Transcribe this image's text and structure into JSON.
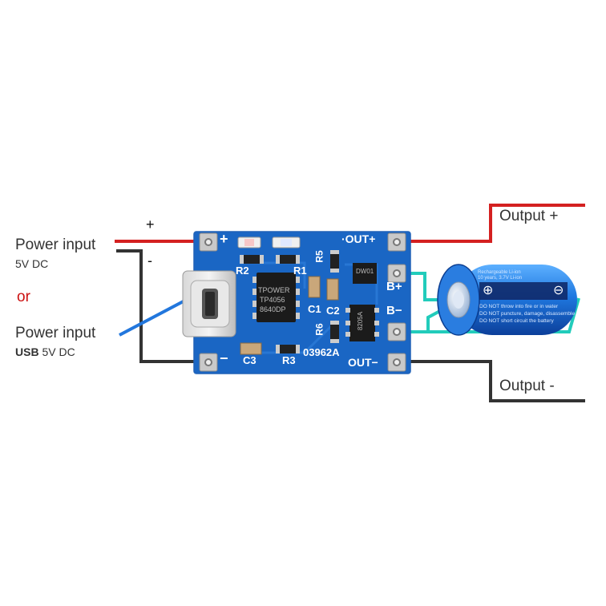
{
  "labels": {
    "plus_sign": "+",
    "minus_sign": "-",
    "power_input_1": "Power input",
    "power_input_1_sub": "5V DC",
    "or": "or",
    "power_input_2": "Power input",
    "power_input_2_sub_bold": "USB",
    "power_input_2_sub": " 5V DC",
    "output_plus": "Output +",
    "output_minus": "Output -"
  },
  "board": {
    "pad_plus": "+",
    "pad_minus": "−",
    "out_plus": "·OUT+",
    "out_minus": "OUT−",
    "b_plus": "B+",
    "b_minus": "B−",
    "r1": "R1",
    "r2": "R2",
    "r3": "R3",
    "r5": "R5",
    "r6": "R6",
    "c1": "C1",
    "c2": "C2",
    "c3": "C3",
    "code": "03962A",
    "chip_brand": "TPOWER",
    "chip_model": "TP4056",
    "chip_code": "8640DP",
    "prot_chip": "DW01",
    "mosfet": "8205A"
  },
  "battery": {
    "line1": "Rechargeable Li-ion",
    "line2": "10 years, 3.7V Li-ion",
    "warn1": "DO NOT throw into fire or in water",
    "warn2": "DO NOT puncture, damage, disassemble",
    "warn3": "DO NOT short circuit the battery",
    "plus": "⊕",
    "minus": "⊖"
  },
  "colors": {
    "wire_red": "#d42020",
    "wire_black": "#333333",
    "wire_blue": "#2277dd",
    "wire_cyan": "#22ccbb",
    "pcb_blue": "#1a66c4",
    "or_red": "#cc1111"
  }
}
